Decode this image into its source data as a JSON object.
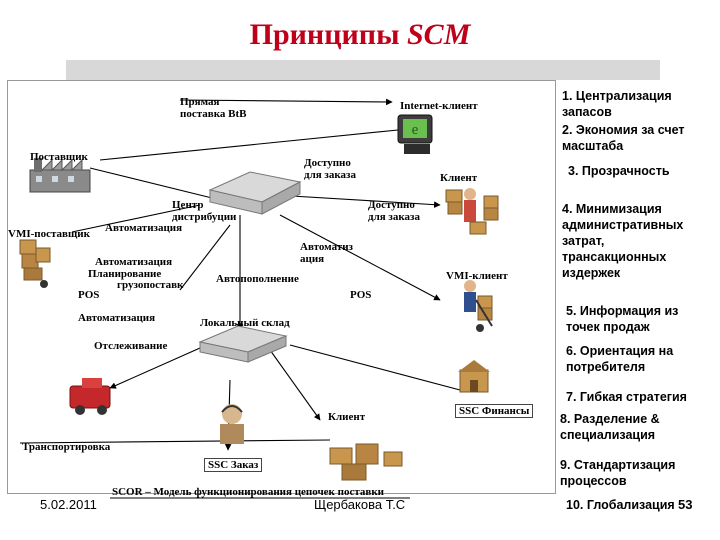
{
  "title": {
    "main": "Принципы",
    "italic": "SCM"
  },
  "diagram": {
    "direct_delivery": [
      "Прямая",
      "поставка BtB"
    ],
    "internet_client": "Internet-клиент",
    "supplier": "Поставщик",
    "available_order_1": [
      "Доступно",
      "для заказа"
    ],
    "client_top": "Клиент",
    "distribution_center": [
      "Центр",
      "дистрибуции"
    ],
    "available_order_2": [
      "Доступно",
      "для заказа"
    ],
    "automation_1": "Автоматизация",
    "vmi_supplier": "VMI-поставщик",
    "automation_2": [
      "Автоматиз",
      "ация"
    ],
    "automation_3": "Автоматизация",
    "planning": "Планирование",
    "shipments": "грузопоставк",
    "pos_left": "POS",
    "auto_replenish": "Автопополнение",
    "vmi_client": "VMI-клиент",
    "pos_right": "POS",
    "automation_4": "Автоматизация",
    "local_warehouse": "Локальный склад",
    "tracking": "Отслеживание",
    "client_bottom": "Клиент",
    "ssc_finance": "SSC Финансы",
    "transport": "Транспортировка",
    "ssc_order": "SSC Заказ",
    "scor": "SCOR – Модель функционирования цепочек поставки"
  },
  "principles": [
    "1. Централизация запасов",
    "2. Экономия за счет масштаба",
    "3. Прозрачность",
    "4. Минимизация административных затрат, трансакционных издержек",
    "5. Информация из точек продаж",
    "6. Ориентация на потребителя",
    "7. Гибкая стратегия",
    "8. Разделение & специализация",
    "9. Стандартизация процессов",
    "10. Глобализация"
  ],
  "footer": {
    "date": "5.02.2011",
    "author": "Щербакова Т.С",
    "page": "53"
  },
  "colors": {
    "title": "#c0001a",
    "header_bar": "#d8d8d8"
  }
}
